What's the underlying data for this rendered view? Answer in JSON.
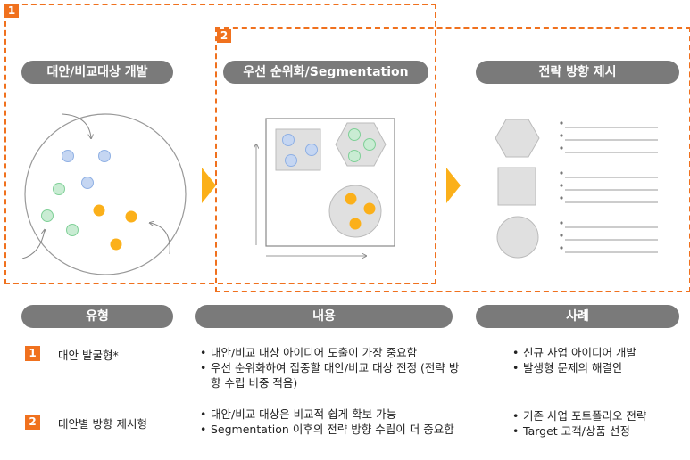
{
  "frames": {
    "frame1_num": "1",
    "frame2_num": "2"
  },
  "stages": [
    {
      "label": "대안/비교대상 개발"
    },
    {
      "label": "우선 순위화/Segmentation"
    },
    {
      "label": "전략 방향 제시"
    }
  ],
  "table": {
    "headers": [
      "유형",
      "내용",
      "사례"
    ],
    "rows": [
      {
        "num": "1",
        "type": "대안 발굴형*",
        "content": [
          "대안/비교 대상 아이디어 도출이 가장 중요함",
          "우선 순위화하여 집중할 대안/비교 대상 전정 (전략 방향 수립 비중 적음)"
        ],
        "cases": [
          "신규 사업 아이디어 개발",
          "발생형 문제의 해결안"
        ]
      },
      {
        "num": "2",
        "type": "대안별 방향 제시형",
        "content": [
          "대안/비교 대상은 비교적 쉽게 확보 가능",
          "Segmentation 이후의 전략 방향 수립이 더 중요함"
        ],
        "cases": [
          "기존 사업 포트폴리오 전략",
          "Target 고객/상품 선정"
        ]
      }
    ]
  },
  "colors": {
    "accent": "#f0711e",
    "blue": "#c5d6f2",
    "green": "#c9ecd3",
    "orange": "#fbb01a",
    "pill": "#7a7a7a"
  }
}
